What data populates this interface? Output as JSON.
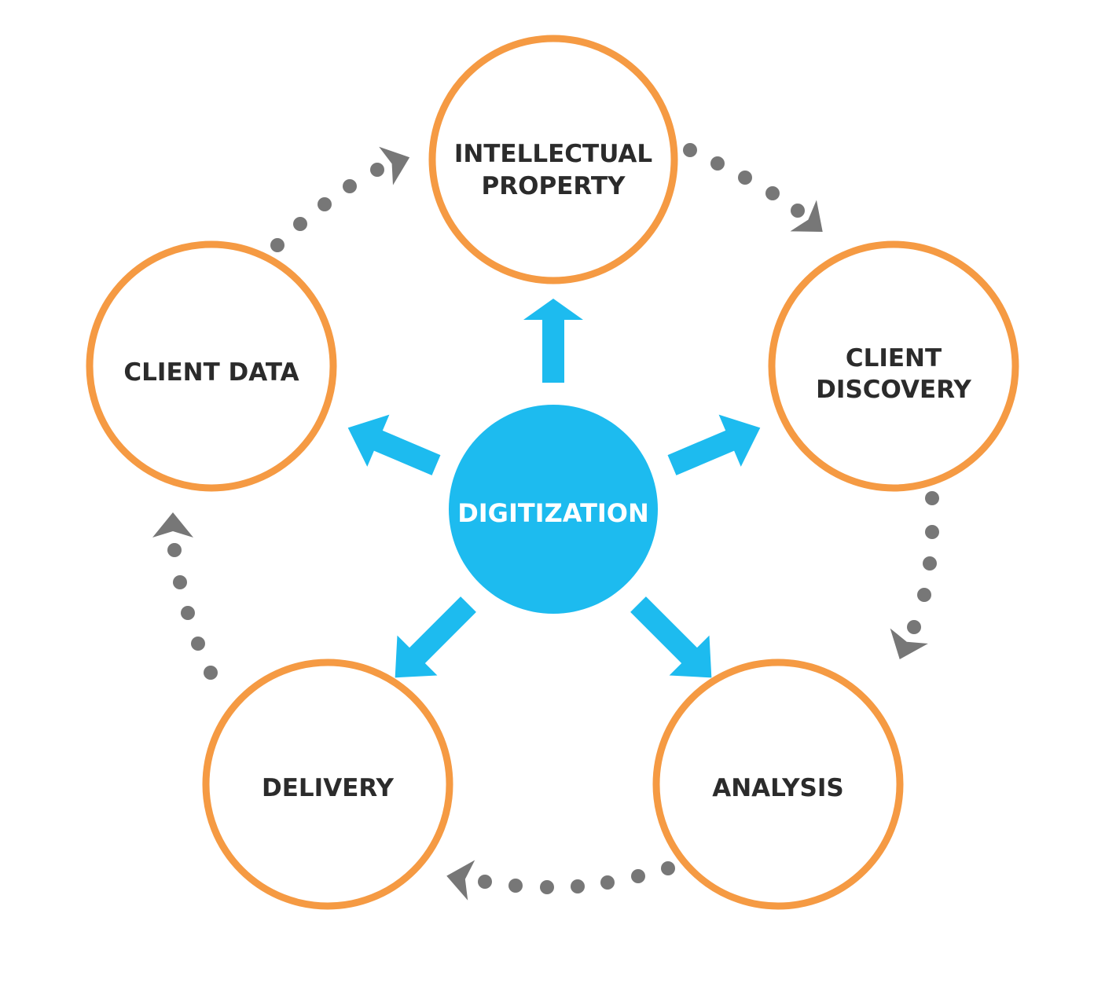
{
  "colors": {
    "node_border": "#f59a43",
    "center_fill": "#1dbbef",
    "center_text": "#ffffff",
    "node_text": "#2b2b2b",
    "arrow": "#1dbbef",
    "cycle_connector": "#777777"
  },
  "center": {
    "label": "DIGITIZATION"
  },
  "nodes": [
    {
      "id": "intellectual-property",
      "lines": [
        "INTELLECTUAL",
        "PROPERTY"
      ]
    },
    {
      "id": "client-discovery",
      "lines": [
        "CLIENT",
        "DISCOVERY"
      ]
    },
    {
      "id": "analysis",
      "lines": [
        "ANALYSIS"
      ]
    },
    {
      "id": "delivery",
      "lines": [
        "DELIVERY"
      ]
    },
    {
      "id": "client-data",
      "lines": [
        "CLIENT DATA"
      ]
    }
  ],
  "connectors": {
    "style": "dotted-chevron",
    "direction": "clockwise",
    "icon": "chevron-arrow-icon"
  },
  "spokes": {
    "style": "solid-arrow",
    "icon": "block-arrow-icon"
  }
}
